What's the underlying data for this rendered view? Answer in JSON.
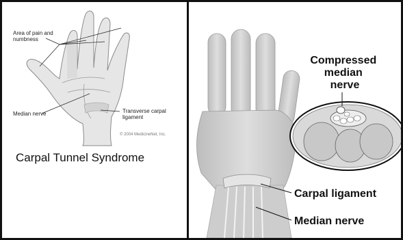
{
  "left_panel": {
    "label_pain": "Area of pain and numbness",
    "label_pain_line1": "Area of pain and",
    "label_pain_line2": "numbness",
    "label_median": "Median nerve",
    "label_transverse_line1": "Transverse carpal",
    "label_transverse_line2": "ligament",
    "copyright": "© 2004 MedicineNet, Inc.",
    "title": "Carpal Tunnel Syndrome"
  },
  "right_panel": {
    "label_compressed_line1": "Compressed",
    "label_compressed_line2": "median",
    "label_compressed_line3": "nerve",
    "label_carpal_ligament": "Carpal ligament",
    "label_median_nerve": "Median nerve"
  }
}
